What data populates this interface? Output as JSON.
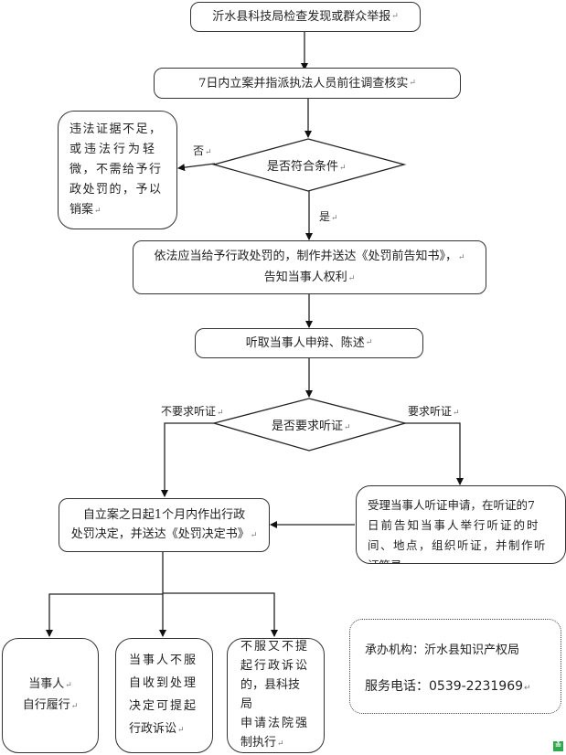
{
  "flowchart": {
    "start": "沂水县科技局检查发现或群众举报",
    "step_register": "7日内立案并指派执法人员前往调查核实",
    "decision_conditions": "是否符合条件",
    "branch_no_label": "否",
    "branch_yes_label": "是",
    "outcome_cancel": [
      "违法证据不足，",
      "或违法行为轻",
      "微，不需给予行",
      "政处罚的，予以",
      "销案"
    ],
    "step_notice": [
      "依法应当给予行政处罚的，制作并送达《处罚前告知书》，",
      "告知当事人权利"
    ],
    "step_hearing_statement": "听取当事人申辩、陈述",
    "decision_hearing": "是否要求听证",
    "branch_no_hearing_label": "不要求听证",
    "branch_hearing_label": "要求听证",
    "step_decision": [
      "自立案之日起1个月内作出行政",
      "处罚决定，并送达《处罚决定书》"
    ],
    "step_hearing_process": [
      "受理当事人听证申请，在听证的7",
      "日前告知当事人举行听证的时",
      "间、地点，组织听证，并制作听",
      "证笔录"
    ],
    "final_options": [
      {
        "lines": [
          "当事人",
          "自行履行"
        ]
      },
      {
        "lines": [
          "当事人不服",
          "自收到处理",
          "决定可提起",
          "行政诉讼"
        ]
      },
      {
        "lines": [
          "不服又不提",
          "起行政诉讼",
          "的，县科技局",
          "申请法院强",
          "制执行"
        ]
      }
    ]
  },
  "contact": {
    "agency_label": "承办机构：",
    "agency_name": "沂水县知识产权局",
    "phone_label": "服务电话：",
    "phone_number": "0539-2231969"
  },
  "paragraph_mark": "↵",
  "corner_icon": {
    "name": "download-badge-icon",
    "glyph": "≚",
    "color": "#2fa84f"
  },
  "colors": {
    "stroke": "#333333",
    "background": "#ffffff"
  }
}
